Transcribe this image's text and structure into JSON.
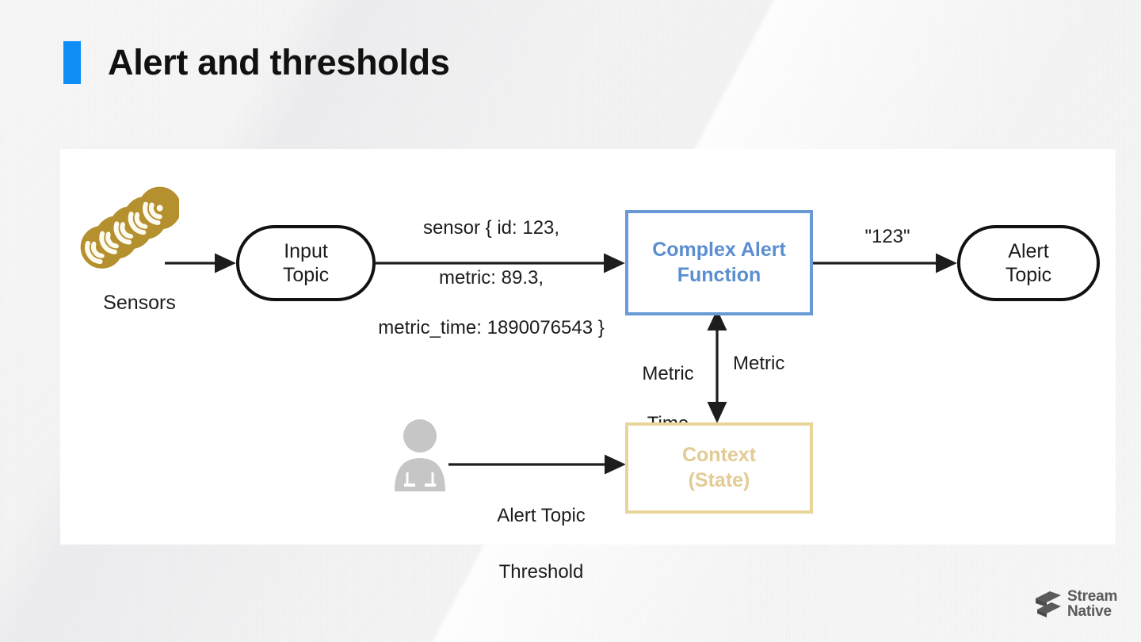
{
  "slide": {
    "title": "Alert and thresholds",
    "accent_color": "#0e8ef5",
    "background_color": "#f2f2f3",
    "panel_color": "#ffffff"
  },
  "diagram": {
    "sensors": {
      "label": "Sensors",
      "icon": "sensor-signal-stack-icon",
      "color": "#b5902f"
    },
    "input_topic": {
      "line1": "Input",
      "line2": "Topic",
      "shape": "stadium",
      "border_color": "#121212"
    },
    "message": {
      "line1": "sensor { id: 123,",
      "line2": "metric: 89.3,",
      "line3": "metric_time: 1890076543 }"
    },
    "complex_alert_function": {
      "line1": "Complex Alert",
      "line2": "Function",
      "shape": "rectangle",
      "border_color": "#6a9ad6",
      "text_color": "#5b8ed0"
    },
    "alert_output": {
      "label": "\"123\""
    },
    "alert_topic": {
      "line1": "Alert",
      "line2": "Topic",
      "shape": "stadium",
      "border_color": "#121212"
    },
    "context_state": {
      "line1": "Context",
      "line2": "(State)",
      "shape": "rectangle",
      "border_color": "#e9d49a",
      "text_color": "#e2cb94"
    },
    "metric_time_label": {
      "line1": "Metric",
      "line2": "Time"
    },
    "metric_label": {
      "line1": "Metric"
    },
    "user": {
      "icon": "person-icon",
      "color": "#c6c6c6"
    },
    "threshold_label": {
      "line1": "Alert Topic",
      "line2": "Threshold"
    }
  },
  "logo": {
    "line1": "Stream",
    "line2": "Native",
    "color": "#5a5a5a",
    "mark": "stream-native-logo-icon"
  }
}
